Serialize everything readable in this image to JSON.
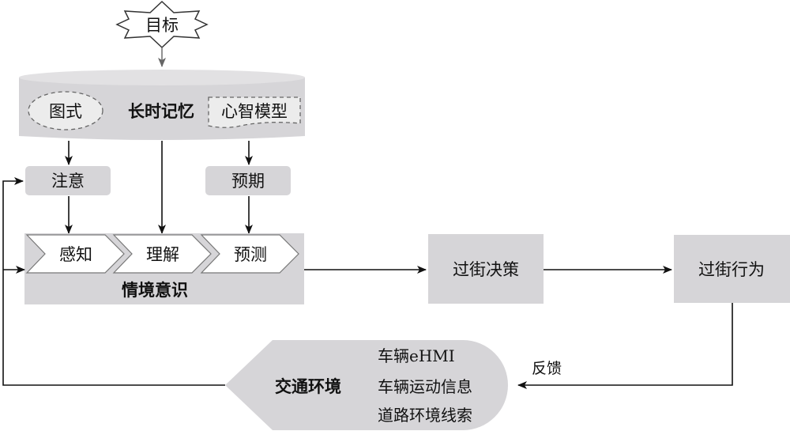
{
  "goal": {
    "label": "目标"
  },
  "long_term_memory": {
    "label": "长时记忆",
    "schema": "图式",
    "mental_model": "心智模型"
  },
  "attention": {
    "label": "注意"
  },
  "expectation": {
    "label": "预期"
  },
  "situation_awareness": {
    "label": "情境意识",
    "stages": [
      "感知",
      "理解",
      "预测"
    ]
  },
  "crossing_decision": {
    "label": "过街决策"
  },
  "crossing_behavior": {
    "label": "过街行为"
  },
  "feedback": {
    "label": "反馈"
  },
  "traffic_environment": {
    "label": "交通环境",
    "items": [
      "车辆eHMI",
      "车辆运动信息",
      "道路环境线索"
    ]
  },
  "colors": {
    "box_fill": "#d6d5d8",
    "line": "#111111",
    "chevron_fill": "#ffffff"
  }
}
